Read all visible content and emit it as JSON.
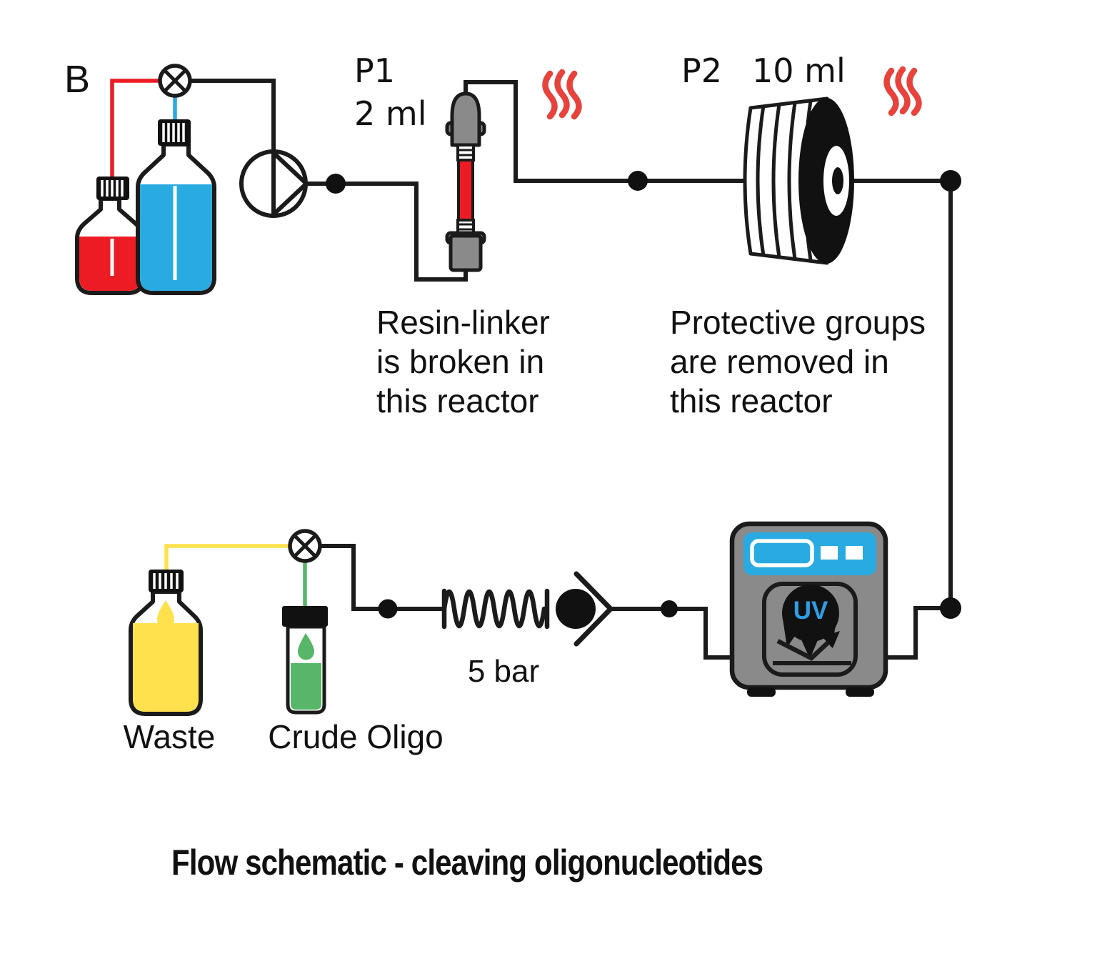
{
  "title": "Flow schematic - cleaving oligonucleotides",
  "labels": {
    "reagent_b": "B",
    "pump1": "P1",
    "pump1_volume": "2 ml",
    "pump2": "P2",
    "pump2_volume": "10 ml",
    "reactor1_note": "Resin-linker\nis broken in\nthis reactor",
    "reactor2_note": "Protective groups\nare removed in\nthis reactor",
    "back_pressure": "5 bar",
    "waste": "Waste",
    "crude_oligo": "Crude Oligo",
    "uv_detector": "UV"
  },
  "colors": {
    "red": "#EC1C24",
    "blue": "#29ABE2",
    "yellow": "#FFE14D",
    "green": "#57B667",
    "heat": "#E8423D",
    "gray": "#8A8A8A",
    "panel_blue": "#29ABE2",
    "uv_text_blue": "#2E9FE6",
    "line_black": "#1b1b1b"
  }
}
